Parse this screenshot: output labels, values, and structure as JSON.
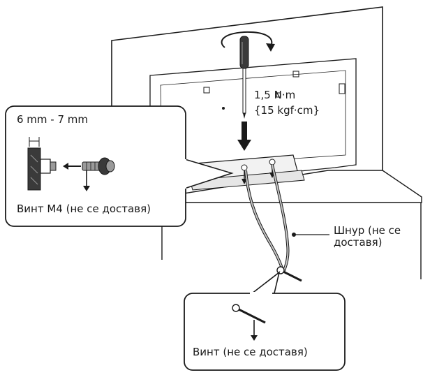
{
  "torque": {
    "value_nm": "1,5 N·m",
    "value_kgf": "{15 kgf·cm}"
  },
  "callout_top_left": {
    "width_range": "6 mm - 7 mm",
    "screw_label": "Винт M4 (не се доставя)"
  },
  "cord": {
    "label": "Шнур (не се доставя)"
  },
  "callout_bottom": {
    "screw_label": "Винт (не се доставя)"
  },
  "colors": {
    "line": "#1a1a1a",
    "fill": "#ffffff",
    "grey": "#888888",
    "dark": "#2a2a2a"
  }
}
